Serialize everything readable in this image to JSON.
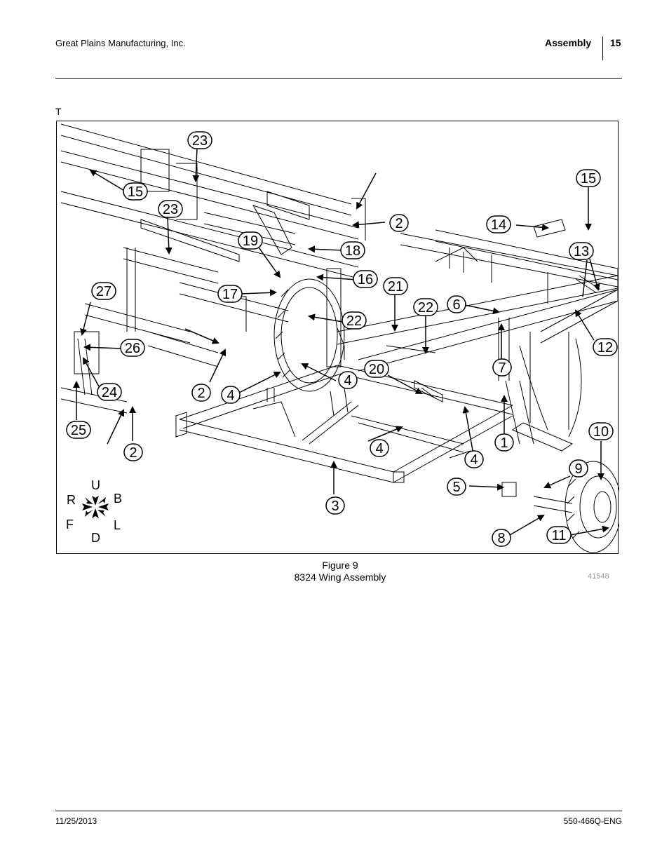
{
  "header": {
    "company": "Great Plains Manufacturing, Inc.",
    "section": "Assembly",
    "page": "15"
  },
  "intro_text": "T",
  "figure": {
    "callouts": [
      {
        "id": "23"
      },
      {
        "id": "15"
      },
      {
        "id": "23"
      },
      {
        "id": "2"
      },
      {
        "id": "19"
      },
      {
        "id": "18"
      },
      {
        "id": "16"
      },
      {
        "id": "17"
      },
      {
        "id": "21"
      },
      {
        "id": "22"
      },
      {
        "id": "22"
      },
      {
        "id": "6"
      },
      {
        "id": "27"
      },
      {
        "id": "26"
      },
      {
        "id": "2"
      },
      {
        "id": "4"
      },
      {
        "id": "4"
      },
      {
        "id": "20"
      },
      {
        "id": "7"
      },
      {
        "id": "24"
      },
      {
        "id": "25"
      },
      {
        "id": "2"
      },
      {
        "id": "4"
      },
      {
        "id": "4"
      },
      {
        "id": "1"
      },
      {
        "id": "3"
      },
      {
        "id": "5"
      },
      {
        "id": "15"
      },
      {
        "id": "14"
      },
      {
        "id": "13"
      },
      {
        "id": "12"
      },
      {
        "id": "10"
      },
      {
        "id": "9"
      },
      {
        "id": "8"
      },
      {
        "id": "11"
      }
    ],
    "compass": {
      "up": "U",
      "down": "D",
      "right": "R",
      "left": "L",
      "back": "B",
      "front": "F"
    },
    "caption_line1": "Figure 9",
    "caption_line2": "8324 Wing Assembly",
    "number": "41548"
  },
  "footer": {
    "date": "11/25/2013",
    "doc_number": "550-466Q-ENG"
  }
}
